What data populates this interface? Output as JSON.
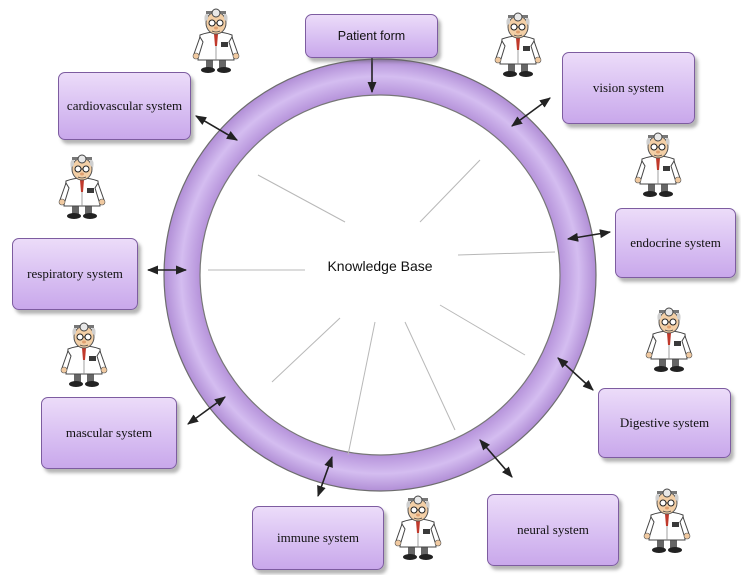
{
  "center": {
    "label": "Knowledge Base"
  },
  "nodes": {
    "patient_form": "Patient form",
    "cardiovascular": "cardiovascular system",
    "vision": "vision system",
    "endocrine": "endocrine system",
    "respiratory": "respiratory system",
    "digestive": "Digestive system",
    "mascular": "mascular system",
    "neural": "neural system",
    "immune": "immune system"
  },
  "icons": {
    "agent": "doctor-icon"
  },
  "colors": {
    "ring_fill": "#cdb1ea",
    "box_fill": "#d8bff2",
    "box_border": "#7d5ca0",
    "arrow": "#222222"
  }
}
